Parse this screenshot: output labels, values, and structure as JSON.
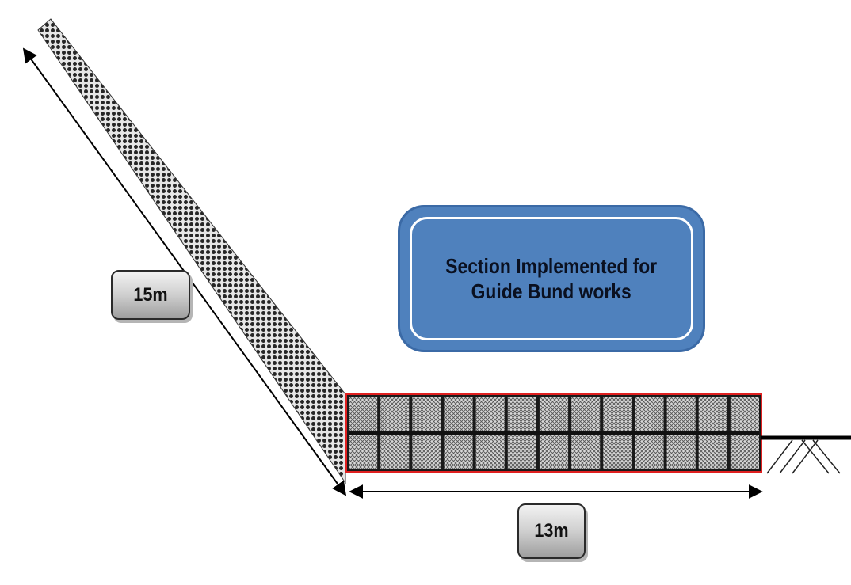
{
  "title": {
    "line1": "Section Implemented for",
    "line2": "Guide Bund works"
  },
  "dimensions": {
    "slope_length": "15m",
    "apron_length": "13m"
  },
  "apron": {
    "rows": 2,
    "columns": 13
  },
  "colors": {
    "title_fill": "#4f81bd",
    "title_border": "#ffffff",
    "apron_outline": "#e02020",
    "apron_fill": "#8c8c8c",
    "slope_fill": "#6f6f6f",
    "ground_line": "#000000"
  }
}
